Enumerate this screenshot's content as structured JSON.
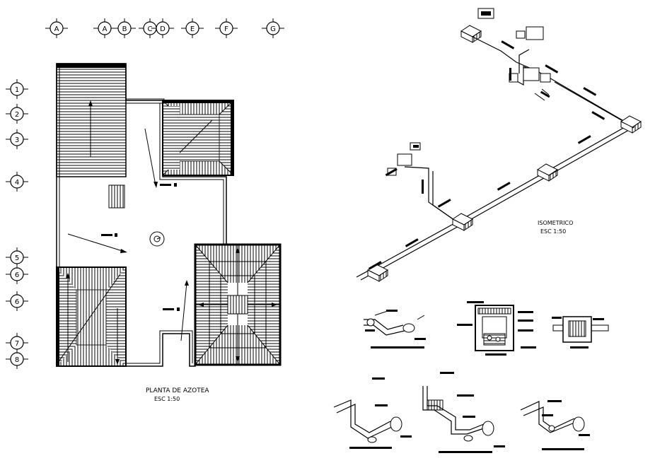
{
  "plan": {
    "grid_cols": [
      "A",
      "A",
      "B",
      "C",
      "D",
      "E",
      "F",
      "G"
    ],
    "grid_rows": [
      "1",
      "2",
      "3",
      "4",
      "5",
      "6",
      "6",
      "7",
      "8"
    ],
    "title": "PLANTA DE AZOTEA",
    "scale": "ESC 1:50"
  },
  "isometric": {
    "title": "ISOMETRICO",
    "scale": "ESC 1:50"
  }
}
